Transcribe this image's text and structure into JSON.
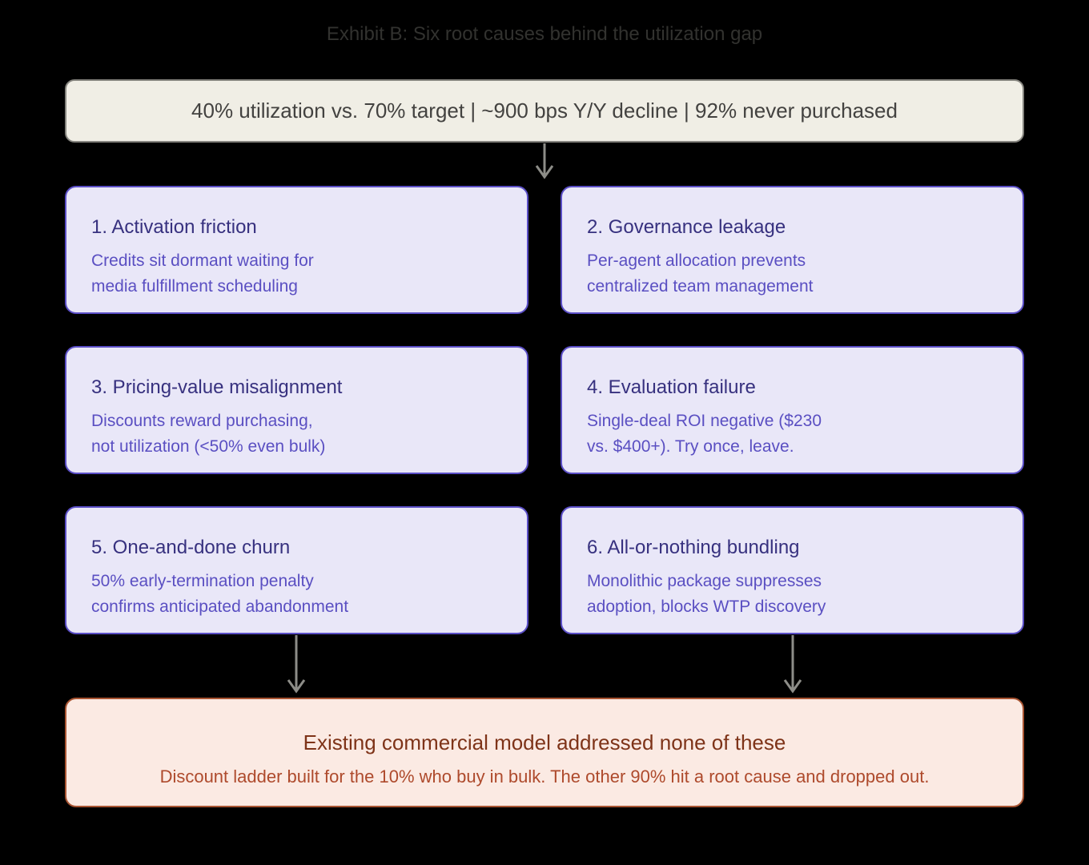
{
  "title": "Exhibit B: Six root causes behind the utilization gap",
  "banner": {
    "text": "40% utilization vs. 70% target | ~900 bps Y/Y decline | 92% never purchased"
  },
  "causes": [
    {
      "title": "1. Activation friction",
      "body": "Credits sit dormant waiting for\nmedia fulfillment scheduling"
    },
    {
      "title": "2. Governance leakage",
      "body": "Per-agent allocation prevents\ncentralized team management"
    },
    {
      "title": "3. Pricing-value misalignment",
      "body": "Discounts reward purchasing,\nnot utilization (<50% even bulk)"
    },
    {
      "title": "4. Evaluation failure",
      "body": "Single-deal ROI negative ($230\nvs. $400+). Try once, leave."
    },
    {
      "title": "5. One-and-done churn",
      "body": "50% early-termination penalty\nconfirms anticipated abandonment"
    },
    {
      "title": "6. All-or-nothing bundling",
      "body": "Monolithic package suppresses\nadoption, blocks WTP discovery"
    }
  ],
  "conclusion": {
    "title": "Existing commercial model addressed none of these",
    "subtitle": "Discount ladder built for the 10% who buy in bulk. The other 90% hit a root cause and dropped out."
  },
  "icons": {
    "flow_arrows": "arrow-down-icon"
  },
  "colors": {
    "background": "#000000",
    "title_text": "#32322f",
    "banner_bg": "#f0eee5",
    "banner_border": "#85847e",
    "banner_text": "#434240",
    "cause_bg": "#e9e7f8",
    "cause_border": "#5a4ec6",
    "cause_title": "#37317f",
    "cause_body": "#5a4fc2",
    "conclusion_bg": "#fbeae3",
    "conclusion_border": "#a85432",
    "conclusion_title": "#7e3318",
    "conclusion_subtitle": "#ae4a2c",
    "arrow": "#8d8d88"
  }
}
